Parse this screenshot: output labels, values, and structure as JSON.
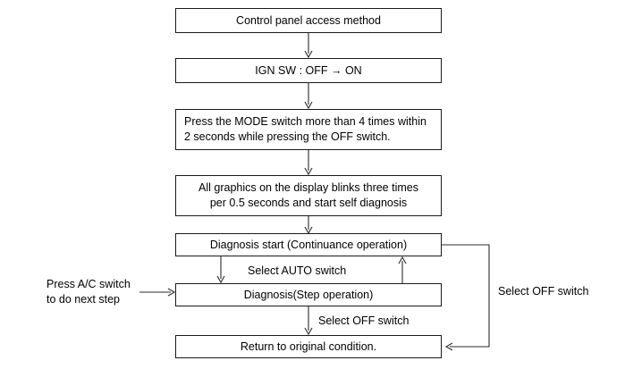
{
  "diagram": {
    "title": "Control panel access method flowchart",
    "colors": {
      "background": "#ffffff",
      "box_border": "#1a1a1a",
      "connector": "#2b2b2b",
      "text": "#000000"
    },
    "nodes": [
      {
        "id": "control-panel-access-method",
        "lines": [
          "Control panel access method"
        ]
      },
      {
        "id": "ign-sw",
        "lines": [
          "IGN SW : OFF → ON"
        ]
      },
      {
        "id": "press-mode-switch",
        "lines": [
          "Press the MODE switch more than 4 times within",
          "2 seconds while pressing the OFF switch."
        ]
      },
      {
        "id": "all-graphics-blink",
        "lines": [
          "All graphics on the display blinks three times",
          "per 0.5 seconds and start self diagnosis"
        ]
      },
      {
        "id": "diagnosis-start",
        "lines": [
          "Diagnosis start (Continuance operation)"
        ]
      },
      {
        "id": "diagnosis-step",
        "lines": [
          "Diagnosis(Step operation)"
        ]
      },
      {
        "id": "return-original",
        "lines": [
          "Return to original condition."
        ]
      }
    ],
    "edge_labels": {
      "select_auto_switch": "Select AUTO switch",
      "select_off_switch_middle": "Select OFF switch",
      "select_off_switch_right": "Select OFF switch"
    },
    "annotations": {
      "press_ac_switch": {
        "line1": "Press A/C switch",
        "line2": "to do next step"
      }
    }
  }
}
